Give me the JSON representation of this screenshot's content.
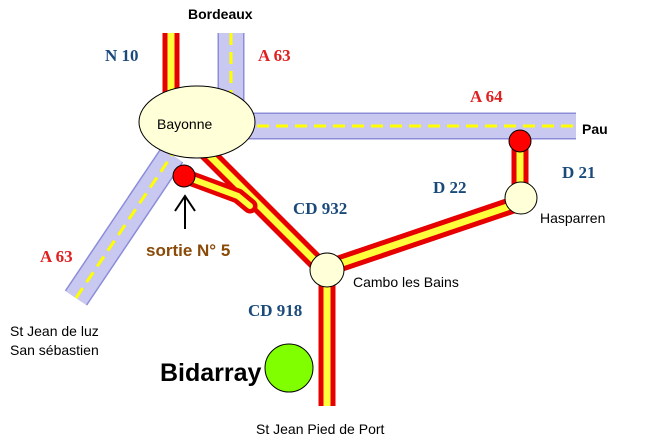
{
  "colors": {
    "motorway_fill": "#c8c8f0",
    "motorway_edge": "#8c8cd8",
    "motorway_dash": "#ffff00",
    "road_red": "#e60000",
    "road_yellow": "#ffff3c",
    "town_circle": "#ffffd8",
    "exit_marker": "#ff0000",
    "destination_circle": "#80ff00",
    "route_blue": "#1a4a7a",
    "route_red": "#e02020",
    "exit_label": "#8a4a08"
  },
  "towns": {
    "bayonne": "Bayonne",
    "cambo": "Cambo les Bains",
    "hasparren": "Hasparren",
    "bidarray": "Bidarray"
  },
  "destinations": {
    "bordeaux": "Bordeaux",
    "pau": "Pau",
    "st_jean_de_luz": "St Jean de luz",
    "san_sebastian": "San sébastien",
    "st_jean_pied_de_port": "St Jean Pied de Port"
  },
  "routes": {
    "n10": "N 10",
    "a63_north": "A 63",
    "a64": "A 64",
    "d21": "D 21",
    "d22": "D 22",
    "cd932": "CD 932",
    "a63_south": "A 63",
    "cd918": "CD 918"
  },
  "exit_label": "sortie N° 5",
  "icons": {
    "exit_arrow": "arrow-up-icon"
  }
}
